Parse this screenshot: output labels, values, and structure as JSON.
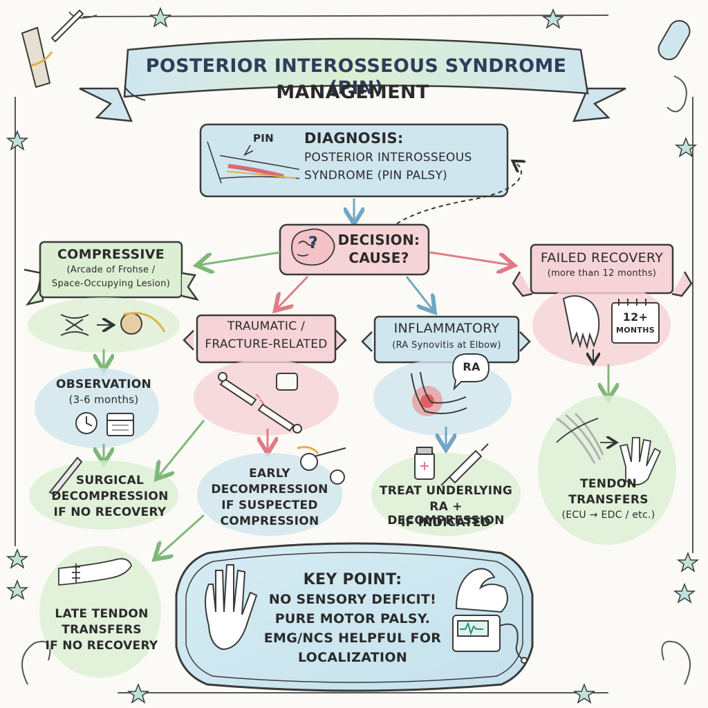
{
  "title": "POSTERIOR INTEROSSEOUS SYNDROME (PIN)",
  "subtitle": "MANAGEMENT",
  "diagnosis": {
    "icon_label": "PIN",
    "heading": "DIAGNOSIS:",
    "line1": "POSTERIOR INTEROSSEOUS",
    "line2": "SYNDROME (PIN PALSY)"
  },
  "decision": {
    "line1": "DECISION:",
    "line2": "CAUSE?"
  },
  "compressive": {
    "heading": "COMPRESSIVE",
    "detail1": "(Arcade of Frohse /",
    "detail2": "Space-Occupying Lesion)",
    "observation1": "OBSERVATION",
    "observation2": "(3-6 months)",
    "surgical1": "SURGICAL",
    "surgical2": "DECOMPRESSION",
    "surgical3": "IF NO RECOVERY"
  },
  "traumatic": {
    "heading1": "TRAUMATIC /",
    "heading2": "FRACTURE-RELATED",
    "early1": "EARLY",
    "early2": "DECOMPRESSION",
    "early3": "IF SUSPECTED",
    "early4": "COMPRESSION"
  },
  "inflammatory": {
    "heading": "INFLAMMATORY",
    "detail": "(RA Synovitis at Elbow)",
    "bubble": "RA",
    "treat1": "TREAT UNDERLYING",
    "treat2": "RA + DECOMPRESSION",
    "treat3": "IF INDICATED"
  },
  "failed": {
    "heading": "FAILED RECOVERY",
    "detail": "(more than 12 months)",
    "calendar1": "12+",
    "calendar2": "MONTHS",
    "tendon1": "TENDON",
    "tendon2": "TRANSFERS",
    "tendon3": "(ECU → EDC / etc.)"
  },
  "late": {
    "line1": "LATE TENDON",
    "line2": "TRANSFERS",
    "line3": "IF NO RECOVERY"
  },
  "key_point": {
    "heading": "KEY POINT:",
    "line1": "NO SENSORY DEFICIT!",
    "line2": "PURE MOTOR PALSY.",
    "line3": "EMG/NCS HELPFUL FOR",
    "line4": "LOCALIZATION"
  },
  "colors": {
    "blue": "#cfe6ef",
    "green": "#dcefd3",
    "pink": "#f6d3d6",
    "ink": "#2a2a2a",
    "arrow_green": "#7fb87a",
    "arrow_pink": "#e07b86",
    "arrow_blue": "#6fa7c4"
  },
  "icons": [
    "scalpel-icon",
    "pill-capsule-icon",
    "brain-question-icon",
    "bone-fracture-icon",
    "clock-icon",
    "calendar-icon",
    "syringe-icon",
    "medicine-bottle-icon",
    "hand-icon",
    "muscle-arm-icon",
    "emg-monitor-icon",
    "star-icon"
  ]
}
